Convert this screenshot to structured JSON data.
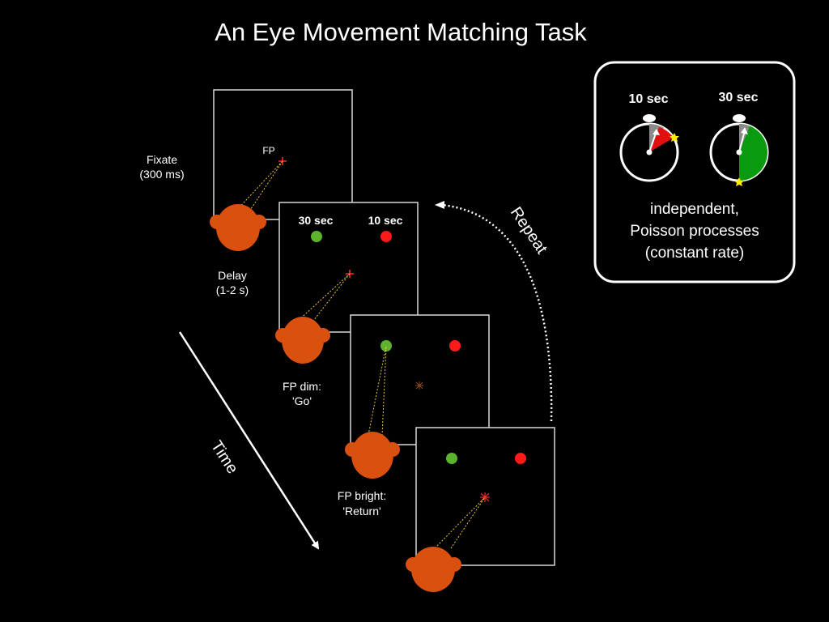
{
  "title": "An Eye Movement Matching Task",
  "labels": {
    "fixate_line1": "Fixate",
    "fixate_line2": "(300 ms)",
    "fp": "FP",
    "delay_line1": "Delay",
    "delay_line2": "(1-2 s)",
    "fpdim_line1": "FP dim:",
    "fpdim_line2": "'Go'",
    "fpbright_line1": "FP bright:",
    "fpbright_line2": "'Return'",
    "time": "Time",
    "repeat": "Repeat"
  },
  "panel2": {
    "left_target_label": "30 sec",
    "right_target_label": "10 sec"
  },
  "timers": {
    "left_label": "10 sec",
    "right_label": "30 sec",
    "caption_line1": "independent,",
    "caption_line2": "Poisson processes",
    "caption_line3": "(constant rate)"
  },
  "colors": {
    "background": "#000000",
    "head": "#d9500f",
    "green_target": "#5db32e",
    "red_target": "#ff1a1a",
    "gaze_line": "#e8c33a",
    "timer_red": "#e01010",
    "timer_green": "#0a9a10",
    "star": "#ffee00"
  }
}
